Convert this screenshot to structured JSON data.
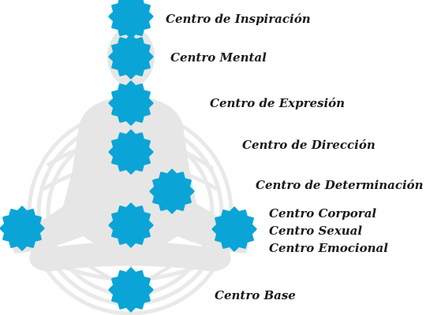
{
  "colors": {
    "chakra": "#0aa5d6",
    "figure": "#e6e6e6",
    "rings": "#e9e9e9",
    "lines": "#e6e6e6",
    "label": "#1a1a1a"
  },
  "labels": {
    "inspiracion": "Centro de Inspiración",
    "mental": "Centro Mental",
    "expresion": "Centro de Expresión",
    "direccion": "Centro de Dirección",
    "determinacion": "Centro de Determinación",
    "corporal": "Centro Corporal",
    "sexual": "Centro Sexual",
    "emocional": "Centro Emocional",
    "base": "Centro Base"
  }
}
